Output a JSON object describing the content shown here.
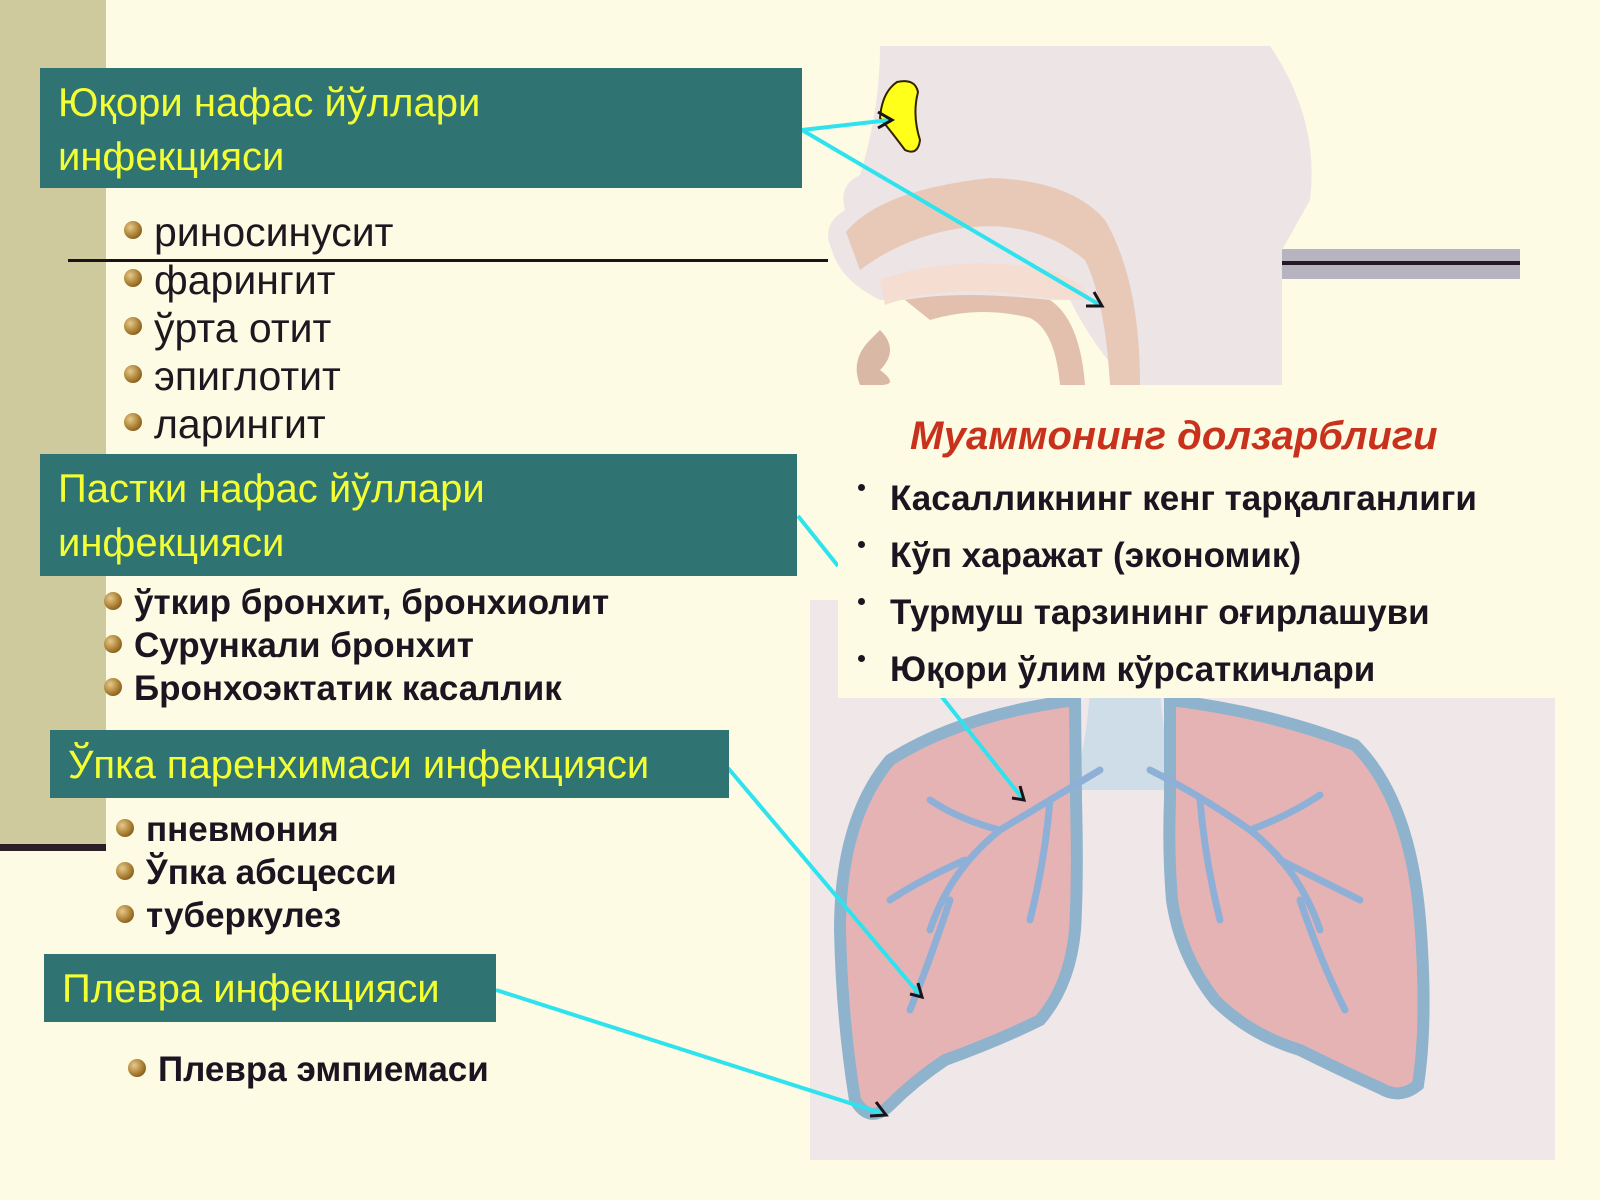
{
  "categories": [
    {
      "id": "upper",
      "title_lines": [
        "Юқори нафас йўллари",
        "инфекцияси"
      ],
      "items": [
        "риносинусит",
        "фарингит",
        "ўрта отит",
        "эпиглотит",
        "ларингит"
      ]
    },
    {
      "id": "lower",
      "title_lines": [
        "Пастки нафас йўллари",
        "инфекцияси"
      ],
      "items": [
        "ўткир бронхит, бронхиолит",
        "Сурункали бронхит",
        "Бронхоэктатик касаллик"
      ]
    },
    {
      "id": "parenchyma",
      "title_lines": [
        "Ўпка паренхимаси инфекцияси"
      ],
      "items": [
        "пневмония",
        "Ўпка абсцесси",
        "туберкулез"
      ]
    },
    {
      "id": "pleura",
      "title_lines": [
        "Плевра инфекцияси"
      ],
      "items": [
        "Плевра эмпиемаси"
      ]
    }
  ],
  "relevance": {
    "title": "Муаммонинг долзарблиги",
    "items": [
      "Касалликнинг кенг тарқалганлиги",
      "Кўп харажат (экономик)",
      "Турмуш тарзининг оғирлашуви",
      "Юқори ўлим кўрсаткичлари"
    ]
  },
  "colors": {
    "box_background": "#2f7373",
    "box_text": "#f3ff33",
    "pointer_line": "#2fe3ee",
    "relevance_title": "#c8321d",
    "background": "#fdfbe3"
  },
  "icons": [
    "bullet-ball-icon",
    "pointer-arrow-icon"
  ]
}
